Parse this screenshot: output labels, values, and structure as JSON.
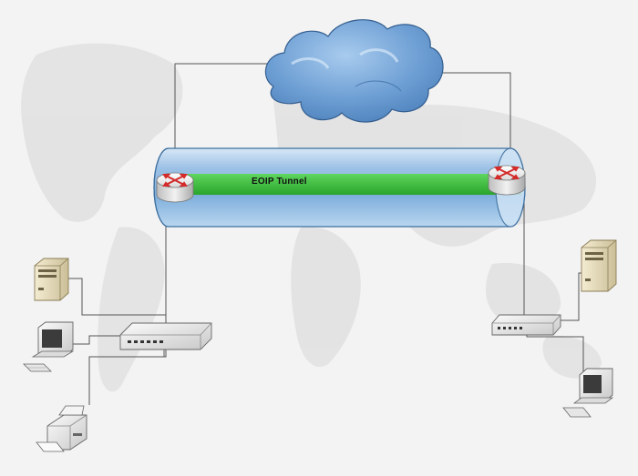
{
  "diagram": {
    "tunnel": {
      "label": "EOIP Tunnel"
    },
    "colors": {
      "tunnel_body": "#a9c9e8",
      "tunnel_band": "#3dbd3d",
      "cloud": "#6a9fd6",
      "wire": "#555555",
      "world_map": "#e3e3e3",
      "router_arrow": "#d42a2a"
    },
    "nodes": {
      "cloud": "internet-cloud",
      "left_router": "router",
      "right_router": "router",
      "left_switch": "switch",
      "right_switch": "switch",
      "left_server": "server",
      "left_workstation": "workstation",
      "left_printer": "printer",
      "right_server": "server",
      "right_workstation": "workstation"
    }
  }
}
